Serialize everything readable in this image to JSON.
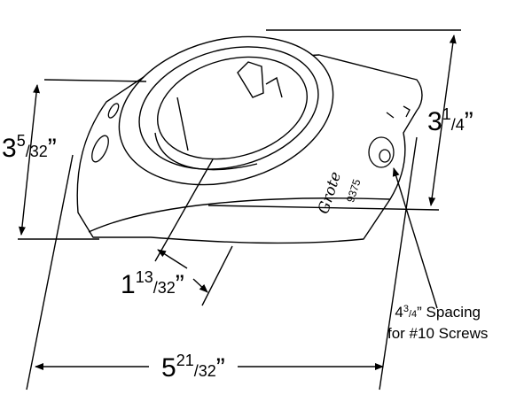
{
  "dimensions": {
    "height": {
      "whole": "3",
      "num": "5",
      "den": "/32",
      "unit": "”"
    },
    "depth": {
      "whole": "3",
      "num": "1",
      "den": "/4",
      "unit": "”"
    },
    "opening": {
      "whole": "1",
      "num": "13",
      "den": "/32",
      "unit": "”"
    },
    "width": {
      "whole": "5",
      "num": "21",
      "den": "/32",
      "unit": "”"
    }
  },
  "spacing_note": {
    "line1_whole": "4",
    "line1_num": "3",
    "line1_den": "/4",
    "line1_rest": "” Spacing",
    "line2": "for #10 Screws"
  },
  "logo": {
    "brand": "Grote",
    "part_number": "9375"
  }
}
